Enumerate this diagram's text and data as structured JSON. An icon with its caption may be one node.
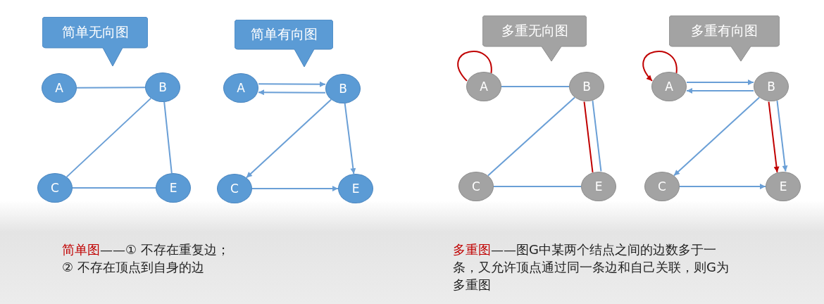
{
  "diagram": {
    "nodes": [
      {
        "text": [
          "简单无向图"
        ]
      },
      {
        "text": [
          "A"
        ]
      },
      {
        "text": [
          "B"
        ]
      },
      {
        "text": [
          "C"
        ]
      },
      {
        "text": [
          "E"
        ]
      },
      {
        "text": [
          "简单有向图"
        ]
      },
      {
        "text": [
          "A"
        ]
      },
      {
        "text": [
          "B"
        ]
      },
      {
        "text": [
          "C"
        ]
      },
      {
        "text": [
          "E"
        ]
      },
      {
        "text": [
          "多重无向图"
        ]
      },
      {
        "text": [
          "A"
        ]
      },
      {
        "text": [
          "B"
        ]
      },
      {
        "text": [
          "C"
        ]
      },
      {
        "text": [
          "E"
        ]
      },
      {
        "text": [
          "多重有向图"
        ]
      },
      {
        "text": [
          "A"
        ]
      },
      {
        "text": [
          "B"
        ]
      },
      {
        "text": [
          "C"
        ]
      },
      {
        "text": [
          "E"
        ]
      }
    ],
    "edges": [
      {
        "from": 1,
        "to": 2,
        "arrow": "none"
      },
      {
        "from": 2,
        "to": 3,
        "arrow": "none"
      },
      {
        "from": 2,
        "to": 4,
        "arrow": "none"
      },
      {
        "from": 3,
        "to": 4,
        "arrow": "none"
      },
      {
        "from": 6,
        "to": 7,
        "arrow": "to"
      },
      {
        "from": 7,
        "to": 6,
        "arrow": "to"
      },
      {
        "from": 7,
        "to": 8,
        "arrow": "to"
      },
      {
        "from": 7,
        "to": 9,
        "arrow": "to"
      },
      {
        "from": 8,
        "to": 9,
        "arrow": "to"
      },
      {
        "from": 11,
        "to": 11,
        "arrow": "none",
        "color": "#c00000"
      },
      {
        "from": 11,
        "to": 12,
        "arrow": "none"
      },
      {
        "from": 12,
        "to": 13,
        "arrow": "none"
      },
      {
        "from": 12,
        "to": 14,
        "arrow": "none"
      },
      {
        "from": 12,
        "to": 14,
        "arrow": "none",
        "color": "#c00000"
      },
      {
        "from": 13,
        "to": 14,
        "arrow": "none"
      },
      {
        "from": 16,
        "to": 16,
        "arrow": "to",
        "color": "#c00000"
      },
      {
        "from": 16,
        "to": 17,
        "arrow": "to"
      },
      {
        "from": 17,
        "to": 16,
        "arrow": "to"
      },
      {
        "from": 17,
        "to": 18,
        "arrow": "to"
      },
      {
        "from": 17,
        "to": 19,
        "arrow": "to"
      },
      {
        "from": 17,
        "to": 19,
        "arrow": "to",
        "color": "#c00000"
      },
      {
        "from": 18,
        "to": 19,
        "arrow": "to"
      }
    ],
    "labels": [
      "简单图",
      "——① 不存在重复边；",
      "② 不存在顶点到自身的边",
      "多重图",
      "——图G中某两个结点之间的边数多于一条，又允许顶点通过同一条边和自己关联，则G为多重图"
    ]
  }
}
